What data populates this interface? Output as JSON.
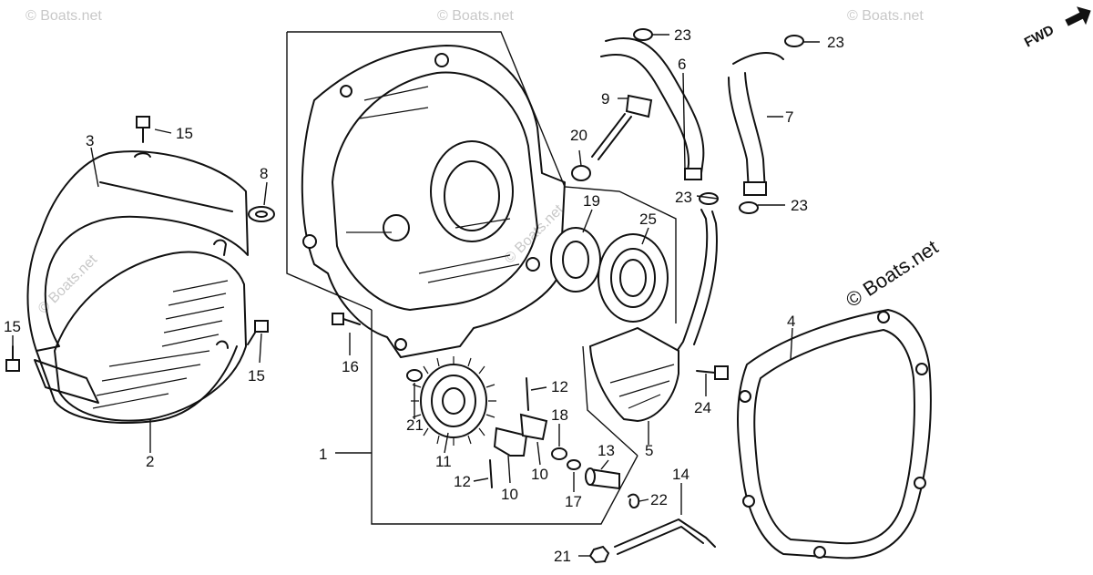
{
  "diagram": {
    "direction_label": "FWD",
    "watermark": "© Boats.net",
    "watermark_faint": "© Boats.net",
    "callouts": {
      "c1": "1",
      "c2": "2",
      "c3": "3",
      "c4": "4",
      "c5": "5",
      "c6": "6",
      "c7": "7",
      "c8": "8",
      "c9": "9",
      "c10a": "10",
      "c10b": "10",
      "c11": "11",
      "c12a": "12",
      "c12b": "12",
      "c13": "13",
      "c14": "14",
      "c15a": "15",
      "c15b": "15",
      "c15c": "15",
      "c16": "16",
      "c17": "17",
      "c18": "18",
      "c19": "19",
      "c20": "20",
      "c21a": "21",
      "c21b": "21",
      "c22": "22",
      "c23a": "23",
      "c23b": "23",
      "c23c": "23",
      "c23d": "23",
      "c24": "24",
      "c25": "25"
    }
  }
}
